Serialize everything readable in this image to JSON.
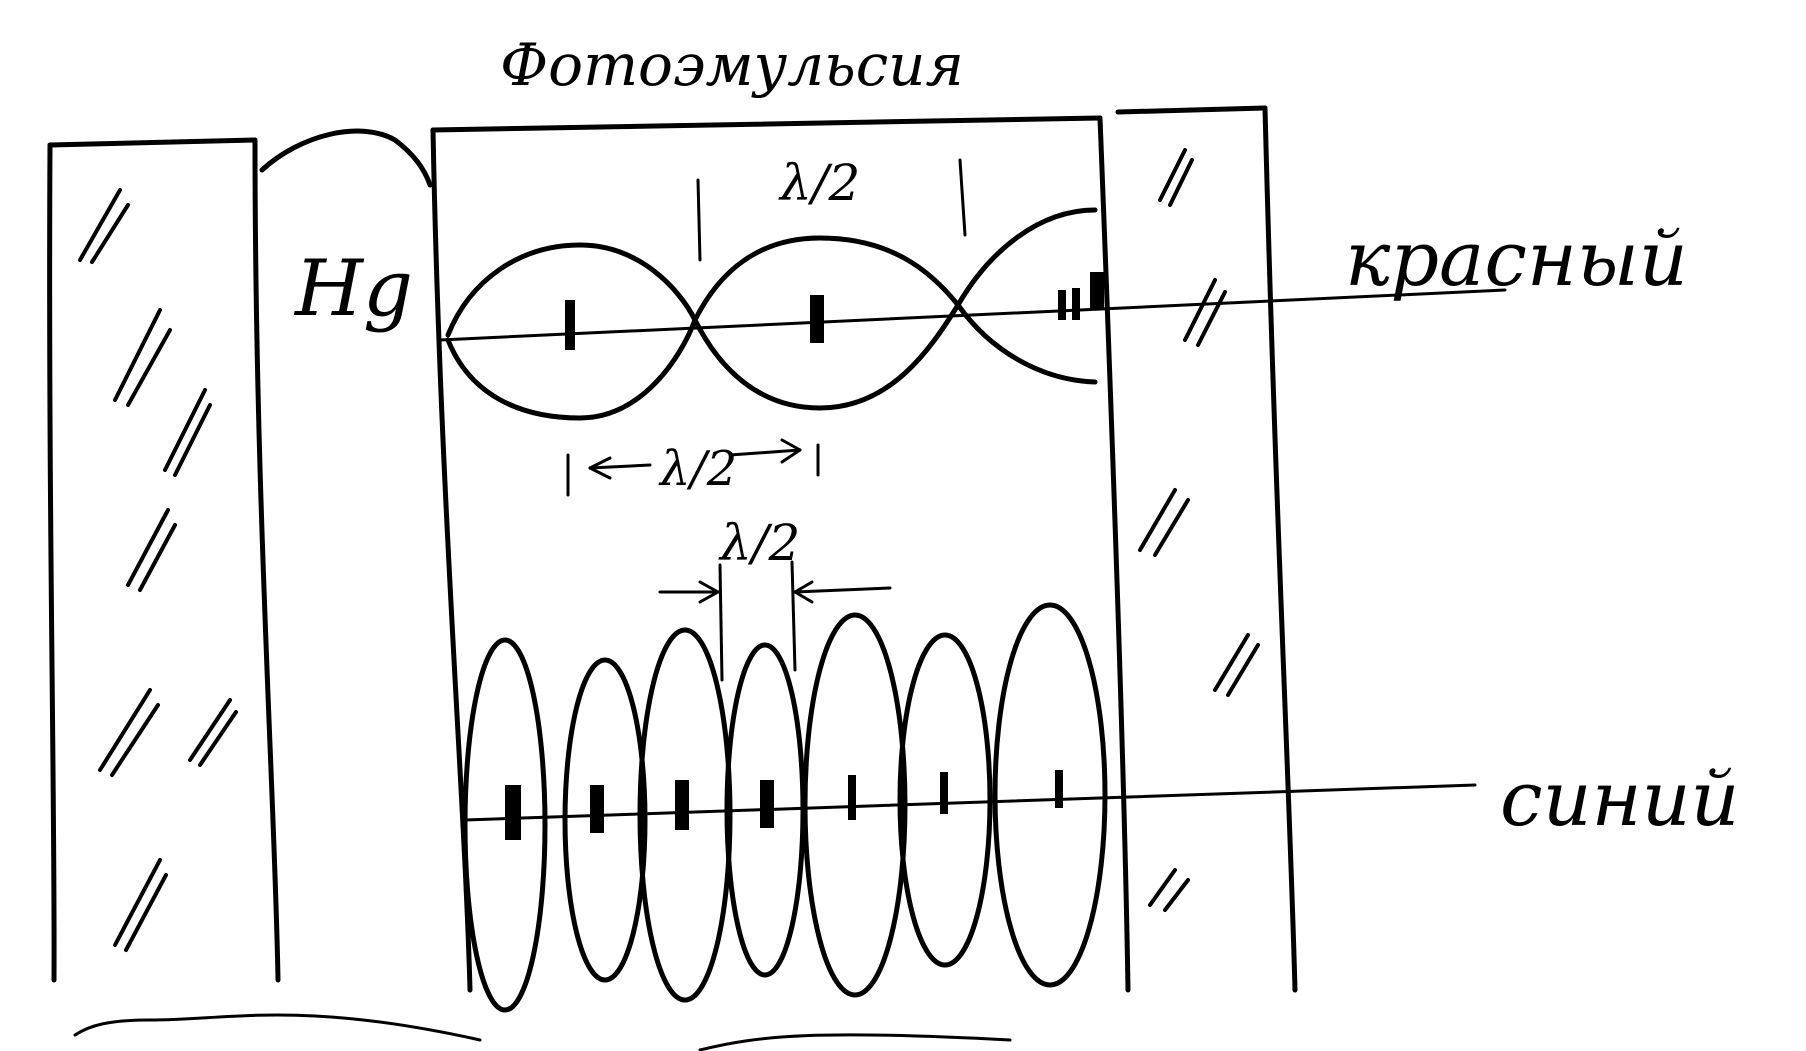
{
  "labels": {
    "title": "Фотоэмульсия",
    "mercury": "Hg",
    "red": "красный",
    "blue": "синий",
    "half_wavelength": "λ/2"
  },
  "colors": {
    "ink": "#000000",
    "paper": "#ffffff"
  }
}
